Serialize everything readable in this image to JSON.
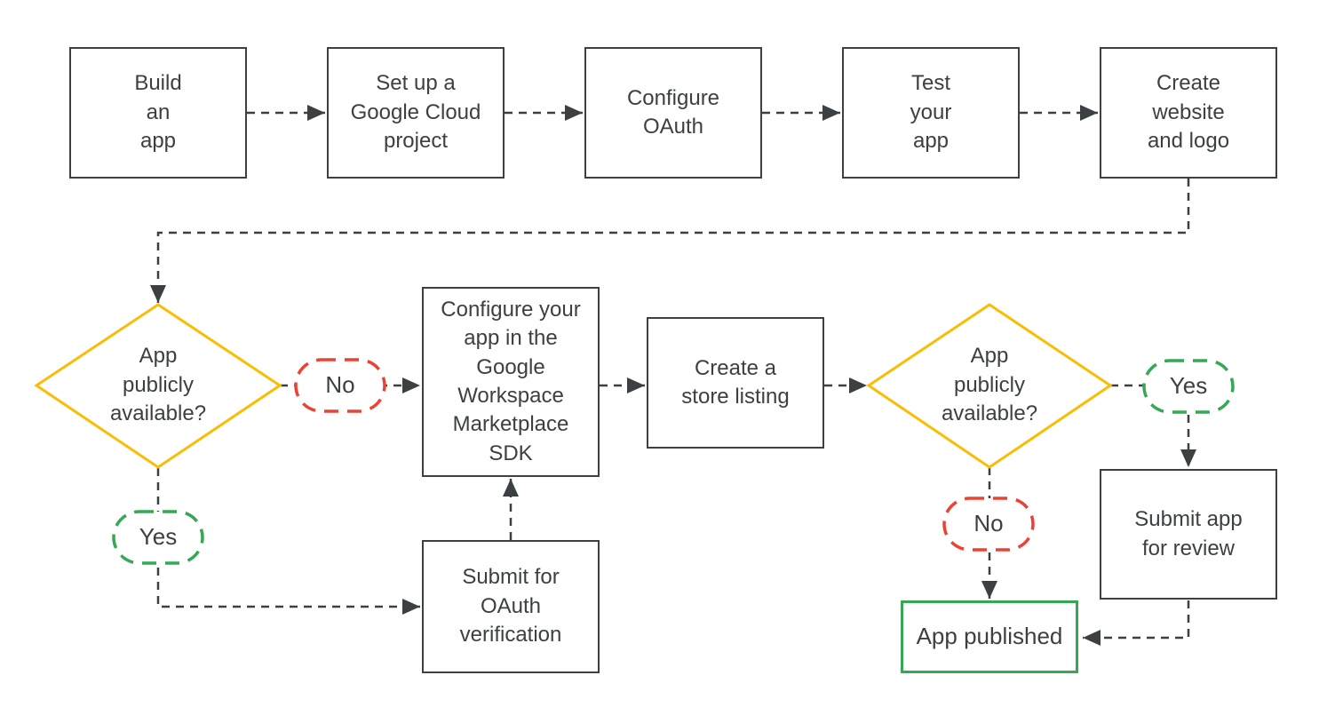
{
  "diagram": {
    "type": "flowchart",
    "topic": "Publish an app to the Google Workspace Marketplace"
  },
  "colors": {
    "outline": "#3C4043",
    "text": "#3C4043",
    "decision_yellow": "#FBBC04",
    "no_red": "#EA4335",
    "yes_green": "#34A853",
    "published_green": "#34A853",
    "background": "#FFFFFF"
  },
  "nodes": {
    "build_app": "Build\nan\napp",
    "cloud_project": "Set up a\nGoogle Cloud\nproject",
    "configure_oauth": "Configure\nOAuth",
    "test_app": "Test\nyour\napp",
    "create_website": "Create\nwebsite\nand logo",
    "configure_sdk": "Configure your\napp in the\nGoogle\nWorkspace\nMarketplace\nSDK",
    "store_listing": "Create a\nstore listing",
    "submit_oauth": "Submit for\nOAuth\nverification",
    "submit_review": "Submit app\nfor review",
    "app_published": "App published"
  },
  "decisions": {
    "publicly_available_1": "App\npublicly\navailable?",
    "publicly_available_2": "App\npublicly\navailable?",
    "no_1": "No",
    "yes_1": "Yes",
    "yes_2": "Yes",
    "no_2": "No"
  }
}
